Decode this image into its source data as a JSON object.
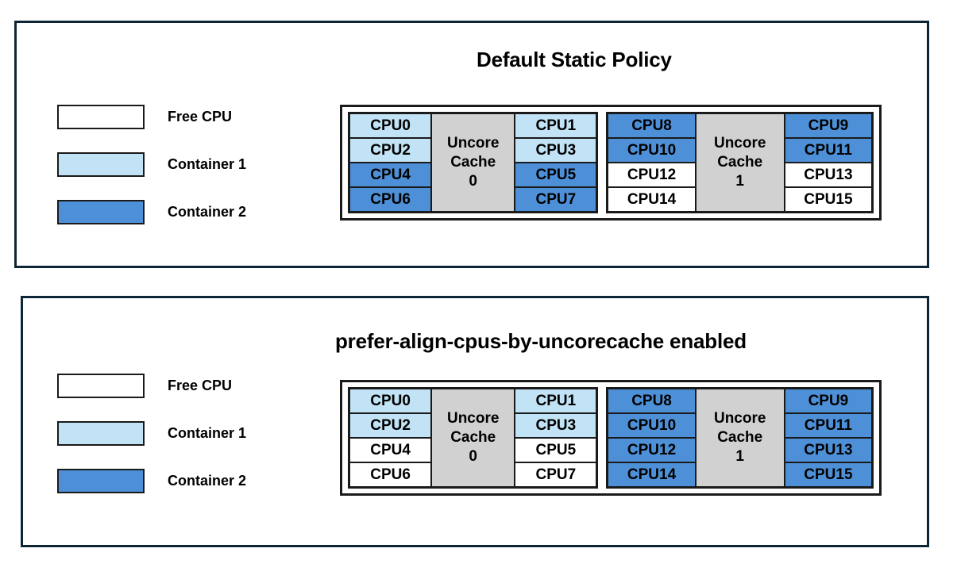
{
  "colors": {
    "free_cpu": "#ffffff",
    "container1": "#c2e2f5",
    "container2": "#4e90d7",
    "cache_block": "#d1d1d1",
    "panel_border": "#0d2636",
    "box_border": "#1a1a1a"
  },
  "legend": {
    "items": [
      {
        "label": "Free CPU",
        "swatch": "free_cpu"
      },
      {
        "label": "Container 1",
        "swatch": "container1"
      },
      {
        "label": "Container 2",
        "swatch": "container2"
      }
    ]
  },
  "panels": [
    {
      "title": "Default Static Policy",
      "legend": [
        {
          "label": "Free CPU",
          "color": "#ffffff"
        },
        {
          "label": "Container 1",
          "color": "#c2e2f5"
        },
        {
          "label": "Container 2",
          "color": "#4e90d7"
        }
      ],
      "cache_groups": [
        {
          "cache_label_lines": [
            "Uncore",
            "Cache",
            "0"
          ],
          "left_column": [
            {
              "label": "CPU0",
              "state": "container1"
            },
            {
              "label": "CPU2",
              "state": "container1"
            },
            {
              "label": "CPU4",
              "state": "container2"
            },
            {
              "label": "CPU6",
              "state": "container2"
            }
          ],
          "right_column": [
            {
              "label": "CPU1",
              "state": "container1"
            },
            {
              "label": "CPU3",
              "state": "container1"
            },
            {
              "label": "CPU5",
              "state": "container2"
            },
            {
              "label": "CPU7",
              "state": "container2"
            }
          ]
        },
        {
          "cache_label_lines": [
            "Uncore",
            "Cache",
            "1"
          ],
          "left_column": [
            {
              "label": "CPU8",
              "state": "container2"
            },
            {
              "label": "CPU10",
              "state": "container2"
            },
            {
              "label": "CPU12",
              "state": "free"
            },
            {
              "label": "CPU14",
              "state": "free"
            }
          ],
          "right_column": [
            {
              "label": "CPU9",
              "state": "container2"
            },
            {
              "label": "CPU11",
              "state": "container2"
            },
            {
              "label": "CPU13",
              "state": "free"
            },
            {
              "label": "CPU15",
              "state": "free"
            }
          ]
        }
      ]
    },
    {
      "title": "prefer-align-cpus-by-uncorecache enabled",
      "legend": [
        {
          "label": "Free CPU",
          "color": "#ffffff"
        },
        {
          "label": "Container 1",
          "color": "#c2e2f5"
        },
        {
          "label": "Container 2",
          "color": "#4e90d7"
        }
      ],
      "cache_groups": [
        {
          "cache_label_lines": [
            "Uncore",
            "Cache",
            "0"
          ],
          "left_column": [
            {
              "label": "CPU0",
              "state": "container1"
            },
            {
              "label": "CPU2",
              "state": "container1"
            },
            {
              "label": "CPU4",
              "state": "free"
            },
            {
              "label": "CPU6",
              "state": "free"
            }
          ],
          "right_column": [
            {
              "label": "CPU1",
              "state": "container1"
            },
            {
              "label": "CPU3",
              "state": "container1"
            },
            {
              "label": "CPU5",
              "state": "free"
            },
            {
              "label": "CPU7",
              "state": "free"
            }
          ]
        },
        {
          "cache_label_lines": [
            "Uncore",
            "Cache",
            "1"
          ],
          "left_column": [
            {
              "label": "CPU8",
              "state": "container2"
            },
            {
              "label": "CPU10",
              "state": "container2"
            },
            {
              "label": "CPU12",
              "state": "container2"
            },
            {
              "label": "CPU14",
              "state": "container2"
            }
          ],
          "right_column": [
            {
              "label": "CPU9",
              "state": "container2"
            },
            {
              "label": "CPU11",
              "state": "container2"
            },
            {
              "label": "CPU13",
              "state": "container2"
            },
            {
              "label": "CPU15",
              "state": "container2"
            }
          ]
        }
      ]
    }
  ]
}
